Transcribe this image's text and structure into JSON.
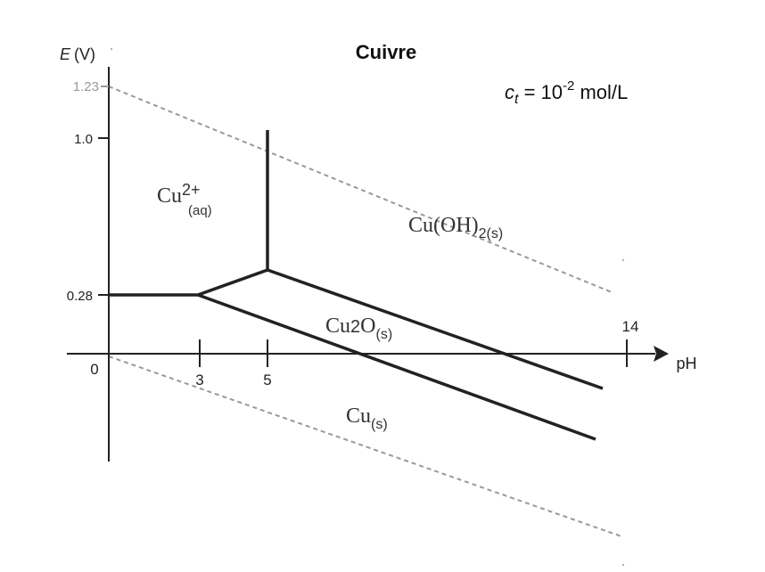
{
  "title": "Cuivre",
  "axes": {
    "y_label_italic": "E",
    "y_label_unit": "(V)",
    "x_label": "pH",
    "origin_label": "0",
    "y_ticks": [
      "1.23",
      "1.0",
      "0.28"
    ],
    "x_ticks": [
      "3",
      "5",
      "14"
    ]
  },
  "concentration": {
    "symbol": "c",
    "subscript": "t",
    "equals": " = 10",
    "exponent": "-2",
    "unit": " mol/L"
  },
  "species": {
    "cu2plus": {
      "base": "Cu",
      "sup": "2+",
      "sub": "(aq)"
    },
    "cuoh2": {
      "base": "Cu(OH)",
      "sub": "2(s)"
    },
    "cu2o": {
      "base": "Cu",
      "mid": "2",
      "tail": "O",
      "sub": "(s)"
    },
    "cu": {
      "base": "Cu",
      "sub": "(s)"
    }
  },
  "colors": {
    "line": "#222222",
    "water_line": "#999999",
    "tick_gray": "#999999"
  }
}
